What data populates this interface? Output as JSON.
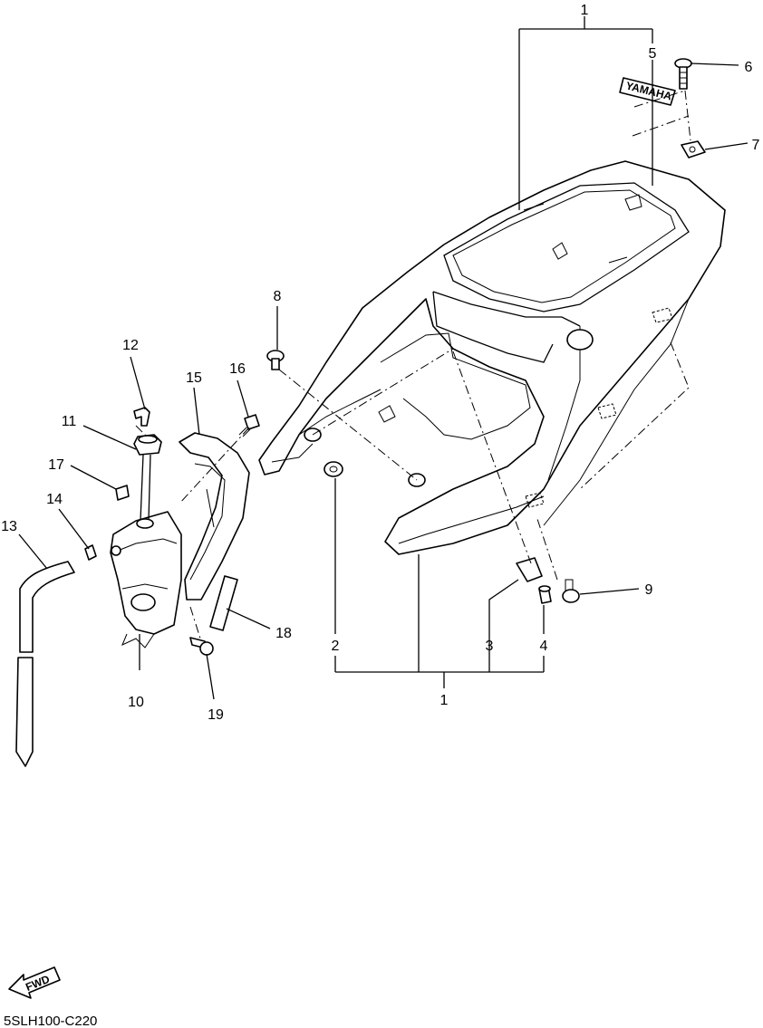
{
  "diagram": {
    "code": "5SLH100-C220",
    "fwd_label": "FWD",
    "emblem_text": "YAMAHA",
    "callouts": [
      {
        "id": "c1-top",
        "label": "1"
      },
      {
        "id": "c1-bottom",
        "label": "1"
      },
      {
        "id": "c2",
        "label": "2"
      },
      {
        "id": "c3",
        "label": "3"
      },
      {
        "id": "c4",
        "label": "4"
      },
      {
        "id": "c5",
        "label": "5"
      },
      {
        "id": "c6",
        "label": "6"
      },
      {
        "id": "c7",
        "label": "7"
      },
      {
        "id": "c8",
        "label": "8"
      },
      {
        "id": "c9",
        "label": "9"
      },
      {
        "id": "c10",
        "label": "10"
      },
      {
        "id": "c11",
        "label": "11"
      },
      {
        "id": "c12",
        "label": "12"
      },
      {
        "id": "c13",
        "label": "13"
      },
      {
        "id": "c14",
        "label": "14"
      },
      {
        "id": "c15",
        "label": "15"
      },
      {
        "id": "c16",
        "label": "16"
      },
      {
        "id": "c17",
        "label": "17"
      },
      {
        "id": "c18",
        "label": "18"
      },
      {
        "id": "c19",
        "label": "19"
      }
    ]
  }
}
